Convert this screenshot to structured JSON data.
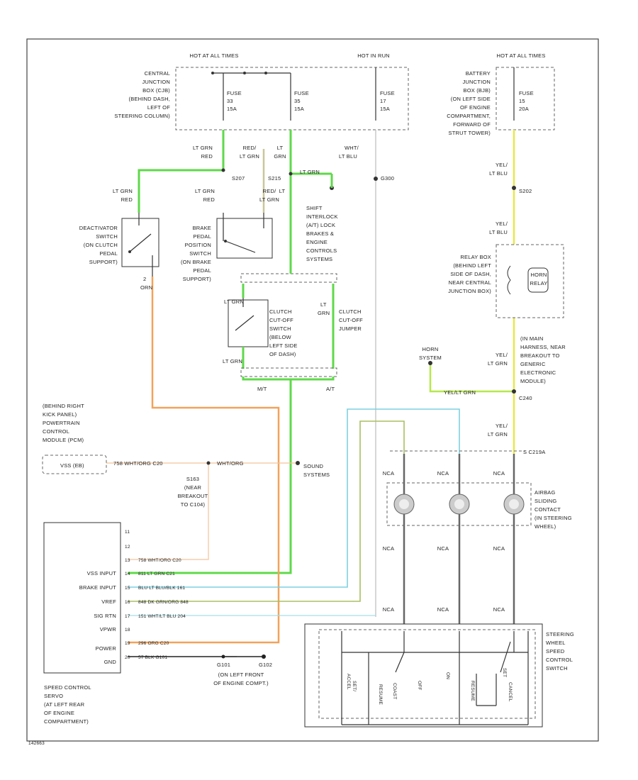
{
  "fuse_boxes": {
    "hot_at_all_times_1": "HOT AT ALL TIMES",
    "hot_in_run": "HOT IN RUN",
    "hot_at_all_times_2": "HOT AT ALL TIMES",
    "central_junction_box": [
      "CENTRAL",
      "JUNCTION",
      "BOX (CJB)",
      "(BEHIND DASH,",
      "LEFT OF",
      "STEERING COLUMN)"
    ],
    "battery_junction_box": [
      "BATTERY",
      "JUNCTION",
      "BOX (BJB)",
      "(ON LEFT SIDE",
      "OF ENGINE",
      "COMPARTMENT,",
      "FORWARD OF",
      "STRUT TOWER)"
    ],
    "fuse_a": [
      "FUSE",
      "33",
      "15A"
    ],
    "fuse_b": [
      "FUSE",
      "35",
      "15A"
    ],
    "fuse_c": [
      "FUSE",
      "17",
      "15A"
    ],
    "fuse_d": [
      "FUSE",
      "15",
      "20A"
    ]
  },
  "wires": {
    "lt_grn_red": [
      "LT GRN",
      "RED"
    ],
    "red_lt_grn": [
      "RED/",
      "LT GRN"
    ],
    "lt_grn_2": [
      "LT",
      "GRN"
    ],
    "wht_lt_blu": [
      "WHT/",
      "LT BLU"
    ],
    "s207": "S207",
    "s215": "S215",
    "lt_grn_h": "LT GRN",
    "g300": "G300",
    "yel_lt_blu_1": [
      "YEL/",
      "LT BLU"
    ],
    "s202": "S202",
    "yel_lt_blu_2": [
      "YEL/",
      "LT BLU"
    ],
    "lt_grn_red_2": [
      "LT GRN",
      "RED"
    ],
    "lt_grn_red_3": [
      "LT GRN",
      "RED"
    ],
    "red_lt_grn_2": [
      "RED/",
      "LT GRN"
    ],
    "lt_grn_3": [
      "LT",
      "GRN"
    ],
    "orn": [
      "2",
      "ORN"
    ],
    "lt_grn_clutch": [
      "LT GRN"
    ],
    "lt_grn_4": [
      "LT",
      "GRN"
    ],
    "lt_grn_5": "LT GRN",
    "mt": "M/T",
    "at": "A/T",
    "yel_lt_grn": [
      "YEL/",
      "LT GRN"
    ],
    "yel_lt_grn_h": "YEL/LT GRN",
    "c240": "C240",
    "yel_lt_grn_2": [
      "YEL/",
      "LT GRN"
    ],
    "s_c219a": "S C219A",
    "nca_labels": [
      "NCA",
      "NCA",
      "NCA"
    ],
    "nca_labels_2": [
      "NCA",
      "NCA",
      "NCA"
    ],
    "nca_labels_3": [
      "NCA",
      "NCA",
      "NCA"
    ],
    "pcm_wire": "758   WHT/ORG   C20",
    "pcm_wire_2": "WHT/ORG",
    "s163": "S163",
    "c20": "C20",
    "g101": "G101",
    "g102": "G102"
  },
  "components": {
    "deactivator": [
      "DEACTIVATOR",
      "SWITCH",
      "(ON CLUTCH",
      "PEDAL",
      "SUPPORT)"
    ],
    "brake_pedal": [
      "BRAKE",
      "PEDAL",
      "POSITION",
      "SWITCH",
      "(ON BRAKE",
      "PEDAL",
      "SUPPORT)"
    ],
    "shift_interlock": [
      "SHIFT",
      "INTERLOCK",
      "(A/T) LOCK",
      "BRAKES &",
      "ENGINE",
      "CONTROLS",
      "SYSTEMS"
    ],
    "clutch_cutoff": [
      "CLUTCH",
      "CUT-OFF",
      "SWITCH",
      "(BELOW",
      "LEFT SIDE",
      "OF DASH)"
    ],
    "clutch_jumper": [
      "CLUTCH",
      "CUT-OFF",
      "JUMPER"
    ],
    "relay_box": [
      "RELAY BOX",
      "(BEHIND LEFT",
      "SIDE OF DASH,",
      "NEAR CENTRAL",
      "JUNCTION BOX)"
    ],
    "horn_relay": [
      "HORN",
      "RELAY"
    ],
    "horn_system": [
      "HORN",
      "SYSTEM"
    ],
    "gem": [
      "(IN MAIN",
      "HARNESS, NEAR",
      "BREAKOUT TO",
      "GENERIC",
      "ELECTRONIC",
      "MODULE)"
    ],
    "pcm": [
      "(BEHIND RIGHT",
      "KICK PANEL)",
      "POWERTRAIN",
      "CONTROL",
      "MODULE (PCM)"
    ],
    "pcm_inner": "VSS (EB)",
    "sound_systems": [
      "SOUND",
      "SYSTEMS"
    ],
    "s163_note": [
      "S163",
      "(NEAR",
      "BREAKOUT",
      "TO C104)"
    ],
    "airbag": [
      "AIRBAG",
      "SLIDING",
      "CONTACT",
      "(IN STEERING",
      "WHEEL)"
    ],
    "steering_switch": [
      "STEERING",
      "WHEEL",
      "SPEED",
      "CONTROL",
      "SWITCH"
    ],
    "servo": [
      "SPEED CONTROL",
      "SERVO",
      "(AT LEFT REAR",
      "OF ENGINE",
      "COMPARTMENT)"
    ],
    "g_note": [
      "(ON LEFT FRONT",
      "OF ENGINE COMPT.)"
    ],
    "servo_pins": [
      "VSS INPUT",
      "BRAKE INPUT",
      "VREF",
      "SIG RTN",
      "VPWR",
      "",
      "POWER",
      "GND"
    ],
    "servo_pin_nums": [
      "11",
      "12",
      "13",
      "14",
      "15",
      "16",
      "17",
      "18",
      "19",
      "20"
    ],
    "servo_wires": [
      "758  WHT/ORG   C20",
      "811  LT GRN     C21",
      "BLU  LT BLU/BLK  161",
      "848  DK GRN/ORG  848",
      "151  WHT/LT BLU   204",
      "",
      "296  ORG  C20",
      "57  BLK   G101"
    ],
    "switch_labels": [
      "SET/",
      "ACCEL",
      "RESUME",
      "COAST",
      "OFF",
      "ON",
      "RESUME",
      "SET",
      "CANCEL"
    ],
    "footnote": "142663"
  },
  "colors": {
    "lt_grn": "#5fd94a",
    "orange": "#f2a35a",
    "yellow": "#e8e84a",
    "lt_blue": "#7fd0e0",
    "dk_grn_org": "#a8c060",
    "gray": "#555555"
  }
}
